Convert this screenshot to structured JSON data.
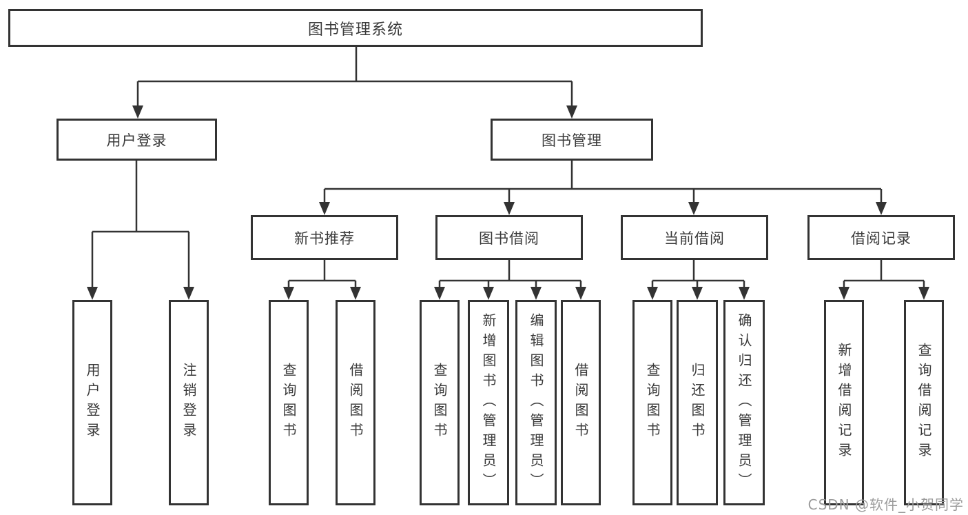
{
  "colors": {
    "background": "#ffffff",
    "line": "#333333",
    "box_border": "#333333",
    "text": "#3a3a3a",
    "watermark": "#9b9b9b"
  },
  "watermark": {
    "text": "CSDN @软件_小贺同学"
  },
  "diagram": {
    "type": "tree",
    "root": {
      "label": "图书管理系统"
    },
    "branches": [
      {
        "label": "用户登录",
        "children": [
          {
            "label": "用户登录"
          },
          {
            "label": "注销登录"
          }
        ]
      },
      {
        "label": "图书管理",
        "children": [
          {
            "label": "新书推荐",
            "children": [
              {
                "label": "查询图书"
              },
              {
                "label": "借阅图书"
              }
            ]
          },
          {
            "label": "图书借阅",
            "children": [
              {
                "label": "查询图书"
              },
              {
                "label": "新增图书（管理员）"
              },
              {
                "label": "编辑图书（管理员）"
              },
              {
                "label": "借阅图书"
              }
            ]
          },
          {
            "label": "当前借阅",
            "children": [
              {
                "label": "查询图书"
              },
              {
                "label": "归还图书"
              },
              {
                "label": "确认归还（管理员）"
              }
            ]
          },
          {
            "label": "借阅记录",
            "children": [
              {
                "label": "新增借阅记录"
              },
              {
                "label": "查询借阅记录"
              }
            ]
          }
        ]
      }
    ]
  }
}
